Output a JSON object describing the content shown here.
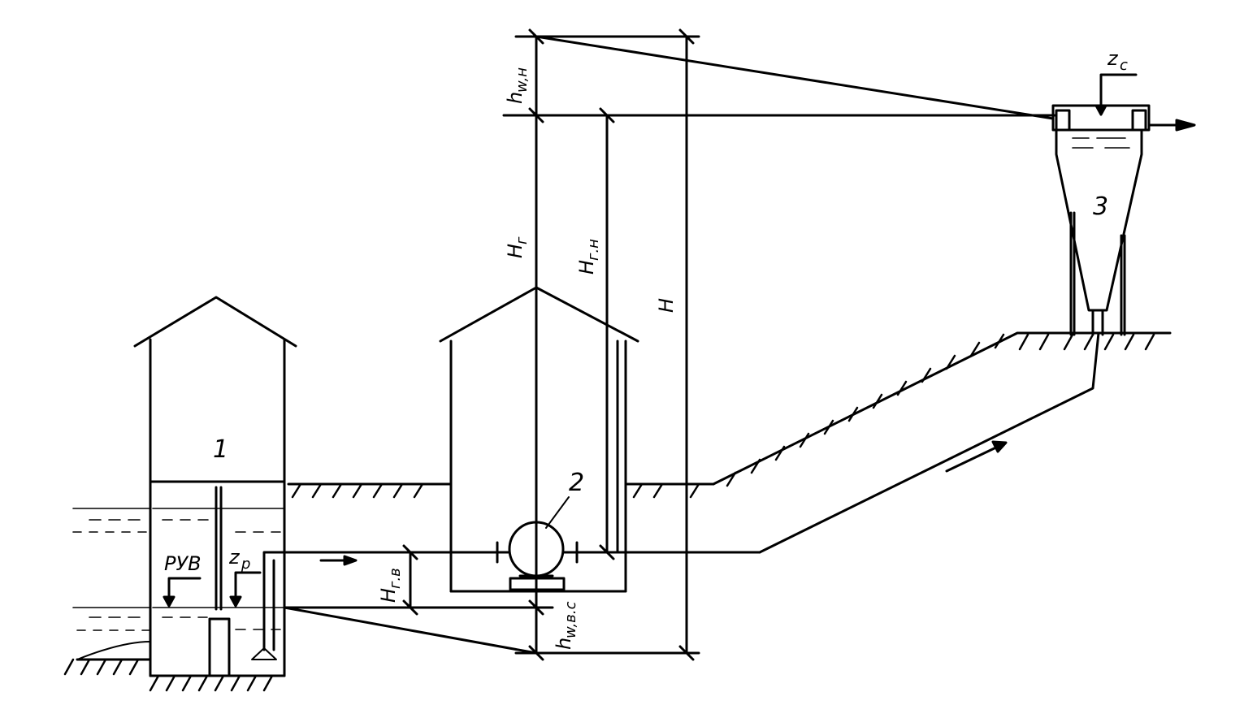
{
  "labels": {
    "intake": "1",
    "pump": "2",
    "cyclone": "3",
    "ruv": "РУВ",
    "zp_main": "z",
    "zp_sub": "р",
    "zc_main": "z",
    "zc_sub": "с",
    "hwn_main": "h",
    "hwn_sub": "w,н",
    "hr": "H",
    "hr_sub": "г",
    "hrn": "H",
    "hrn_sub": "г.н",
    "h_total": "H",
    "hrv": "H",
    "hrv_sub": "г.в",
    "hwvc_main": "h",
    "hwvc_sub": "w,в.с"
  },
  "colors": {
    "ink": "#000000",
    "paper": "#ffffff"
  }
}
